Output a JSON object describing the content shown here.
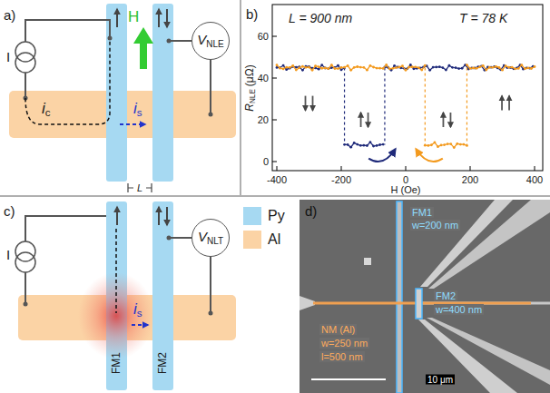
{
  "diagram": {
    "nodes": [
      {
        "text": [
          "V",
          "NLE"
        ]
      },
      {
        "text": [
          "V",
          "NLT"
        ]
      }
    ],
    "labels": [
      "a)",
      "I",
      "H",
      "i",
      "c",
      "i",
      "s",
      "L",
      "b)",
      "L = 900 nm",
      "T = 78 K",
      "R",
      "NLE",
      "(μΩ)",
      "0",
      "20",
      "40",
      "60",
      "-400",
      "-200",
      "0",
      "200",
      "400",
      "H (Oe)",
      "c)",
      "I",
      "i",
      "s",
      "FM1",
      "FM2",
      "d)",
      "FM1",
      "w=200 nm",
      "FM2",
      "w=400 nm",
      "NM (Al)",
      "w=250 nm",
      "l=500 nm",
      "10 μm"
    ],
    "legend": [
      {
        "text": "Py",
        "color": "#a6d9f2"
      },
      {
        "text": "Al",
        "color": "#fbd3a5"
      }
    ]
  }
}
